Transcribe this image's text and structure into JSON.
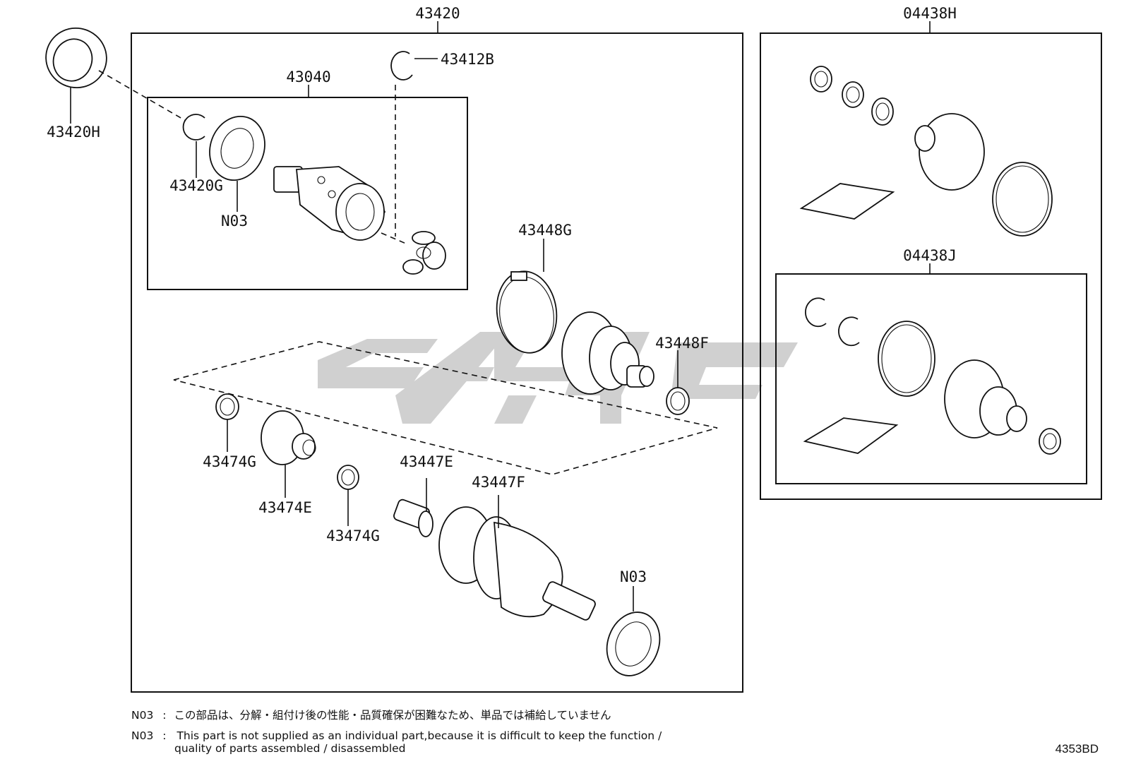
{
  "callouts": {
    "c43420": "43420",
    "c04438H": "04438H",
    "c43420H": "43420H",
    "c43412B": "43412B",
    "c43040": "43040",
    "c43420G": "43420G",
    "cN03a": "N03",
    "c43448G": "43448G",
    "c43448F": "43448F",
    "c04438J": "04438J",
    "c43474G_a": "43474G",
    "c43474E": "43474E",
    "c43474G_b": "43474G",
    "c43447E": "43447E",
    "c43447F": "43447F",
    "cN03b": "N03"
  },
  "notes": {
    "jp_code": "N03",
    "jp_sep": ":",
    "jp_text": "この部品は、分解・組付け後の性能・品質確保が困難なため、単品では補給していません",
    "en_code": "N03",
    "en_sep": ":",
    "en_line1": "This part is not supplied as an individual part,because it is difficult to keep the function /",
    "en_line2": "quality of parts assembled / disassembled"
  },
  "drawing_number": "4353BD",
  "colors": {
    "line": "#111111",
    "watermark": "#c8c8c8",
    "background": "#ffffff"
  }
}
